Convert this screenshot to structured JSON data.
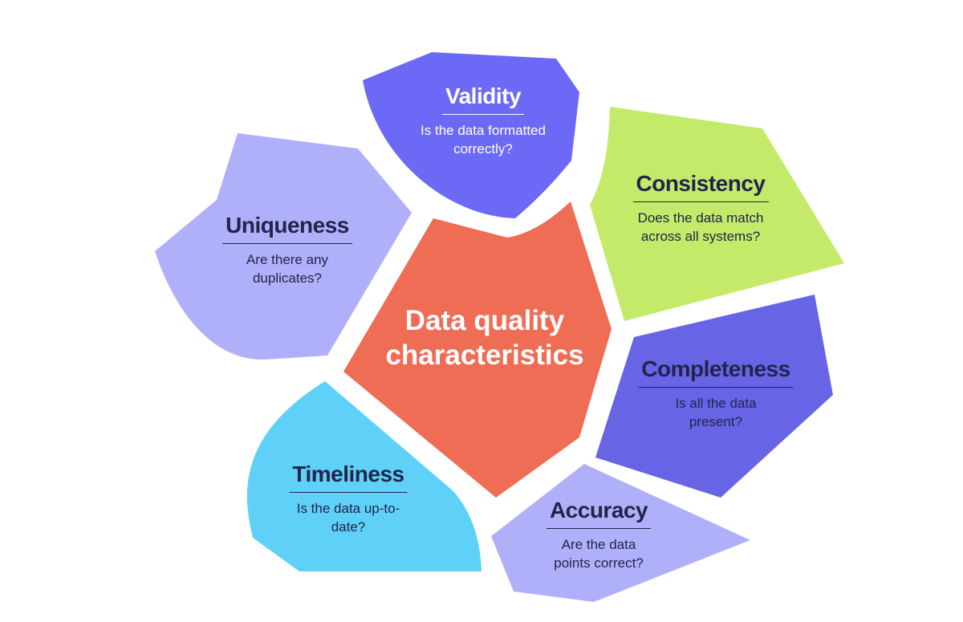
{
  "title": "Data quality characteristics",
  "colors": {
    "center": "#EF6C55",
    "light_purple": "#B0B0FA",
    "purple": "#6B69F5",
    "green": "#C4EA6A",
    "indigo": "#6765E6",
    "cyan": "#5FD1F8",
    "navy": "#22244A"
  },
  "characteristics": [
    {
      "name": "Validity",
      "question": "Is the data formatted correctly?"
    },
    {
      "name": "Consistency",
      "question": "Does the data match across all systems?"
    },
    {
      "name": "Completeness",
      "question": "Is all the data present?"
    },
    {
      "name": "Accuracy",
      "question": "Are the data points correct?"
    },
    {
      "name": "Timeliness",
      "question": "Is the data up-to-date?"
    },
    {
      "name": "Uniqueness",
      "question": "Are there any duplicates?"
    }
  ]
}
